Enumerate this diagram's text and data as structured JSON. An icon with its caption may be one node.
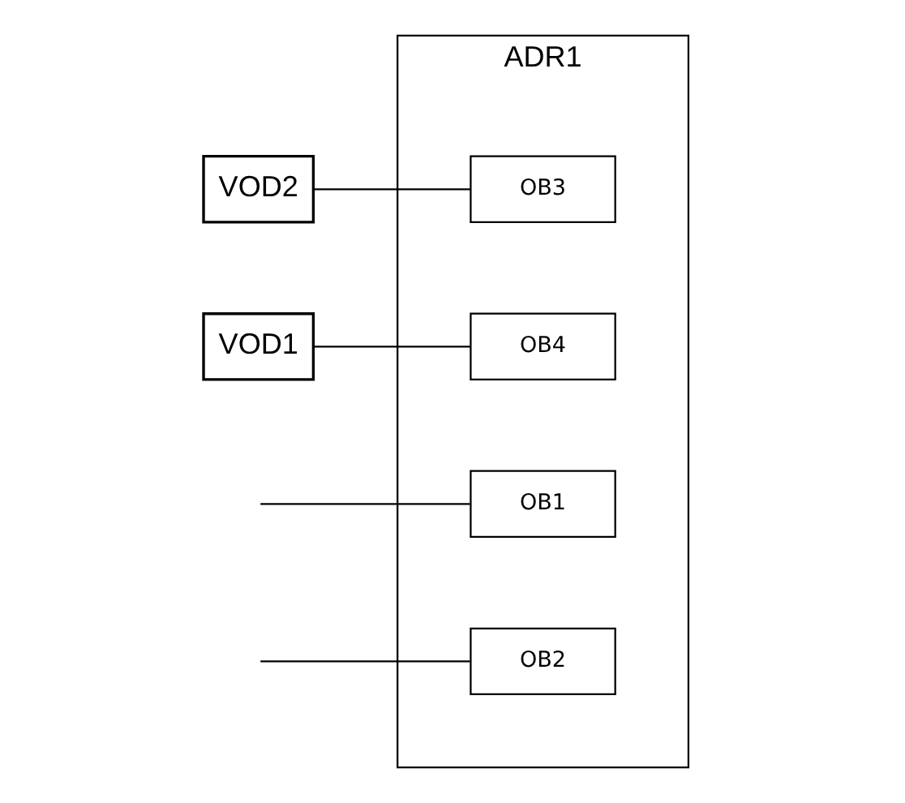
{
  "diagram": {
    "nodes": [
      {
        "text": [
          "ADR1"
        ]
      },
      {
        "text": [
          "OB1"
        ],
        "in": 0
      },
      {
        "text": [
          "OB2"
        ],
        "in": 0
      },
      {
        "text": [
          "OB3"
        ],
        "in": 0
      },
      {
        "text": [
          "OB4"
        ],
        "in": 0
      },
      {
        "text": [
          "VOD2"
        ]
      },
      {
        "text": [
          "VOD1"
        ]
      }
    ],
    "edges": [
      {
        "from": null,
        "to": 1,
        "arrow": "none"
      },
      {
        "from": null,
        "to": 2,
        "arrow": "none"
      },
      {
        "from": 5,
        "to": 3,
        "arrow": "none"
      },
      {
        "from": 6,
        "to": 4,
        "arrow": "none"
      }
    ]
  }
}
